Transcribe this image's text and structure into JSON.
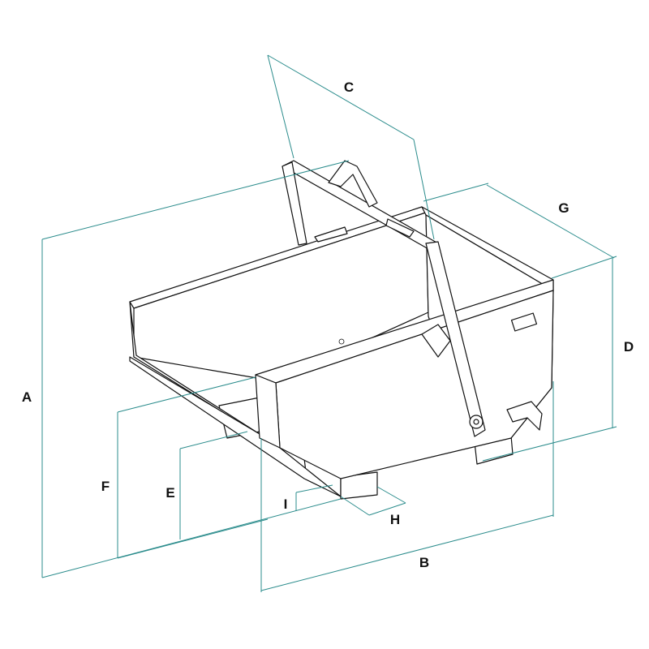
{
  "dimension_labels": {
    "A": "A",
    "B": "B",
    "C": "C",
    "D": "D",
    "E": "E",
    "F": "F",
    "G": "G",
    "H": "H",
    "I": "I"
  },
  "colors": {
    "dimension_line": "#2b8c8c",
    "outline": "#111111"
  }
}
